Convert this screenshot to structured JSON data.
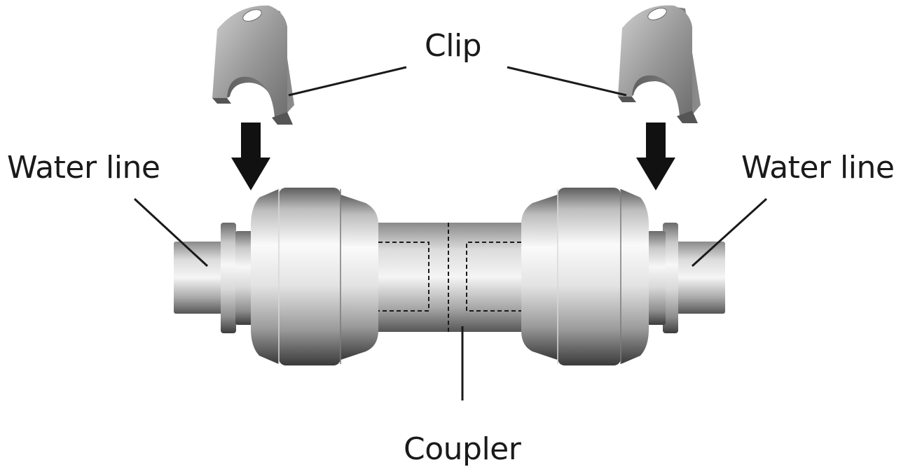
{
  "labels": {
    "clip": "Clip",
    "water_line_left": "Water line",
    "water_line_right": "Water line",
    "coupler": "Coupler"
  },
  "colors": {
    "background": "#ffffff",
    "text": "#1a1a1a",
    "leader_line": "#1a1a1a",
    "arrow": "#111111",
    "metal_light": "#f2f2f2",
    "metal_mid": "#b8b8b8",
    "metal_dark": "#4a4a4a",
    "clip_gray": "#8a8a8a"
  },
  "icons": {
    "clip_left": "clip-icon",
    "clip_right": "clip-icon",
    "arrow_left": "arrow-down-icon",
    "arrow_right": "arrow-down-icon"
  }
}
